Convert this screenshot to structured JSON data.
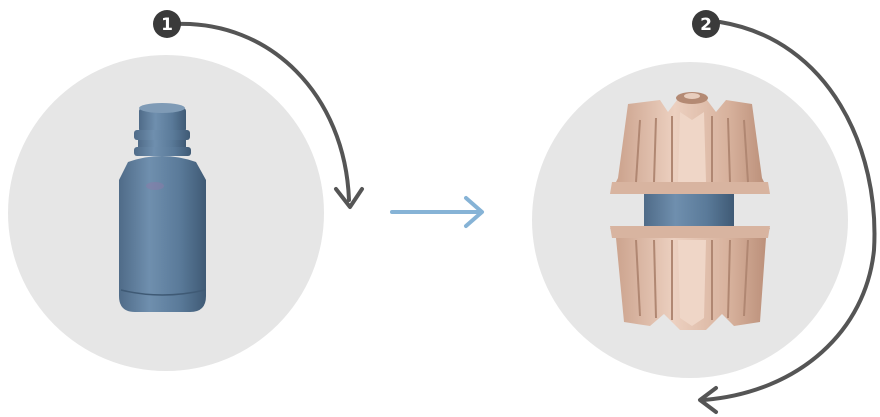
{
  "steps": [
    {
      "number": "1",
      "item": "bottle"
    },
    {
      "number": "2",
      "item": "bottle-with-protective-end-caps"
    }
  ],
  "colors": {
    "background": "#ffffff",
    "circle": "#e6e6e6",
    "badge": "#3a3a3a",
    "curved_arrow": "#555555",
    "transition_arrow": "#86b3d6",
    "bottle": "#5f7e9c",
    "end_cap": "#e2beaa"
  }
}
